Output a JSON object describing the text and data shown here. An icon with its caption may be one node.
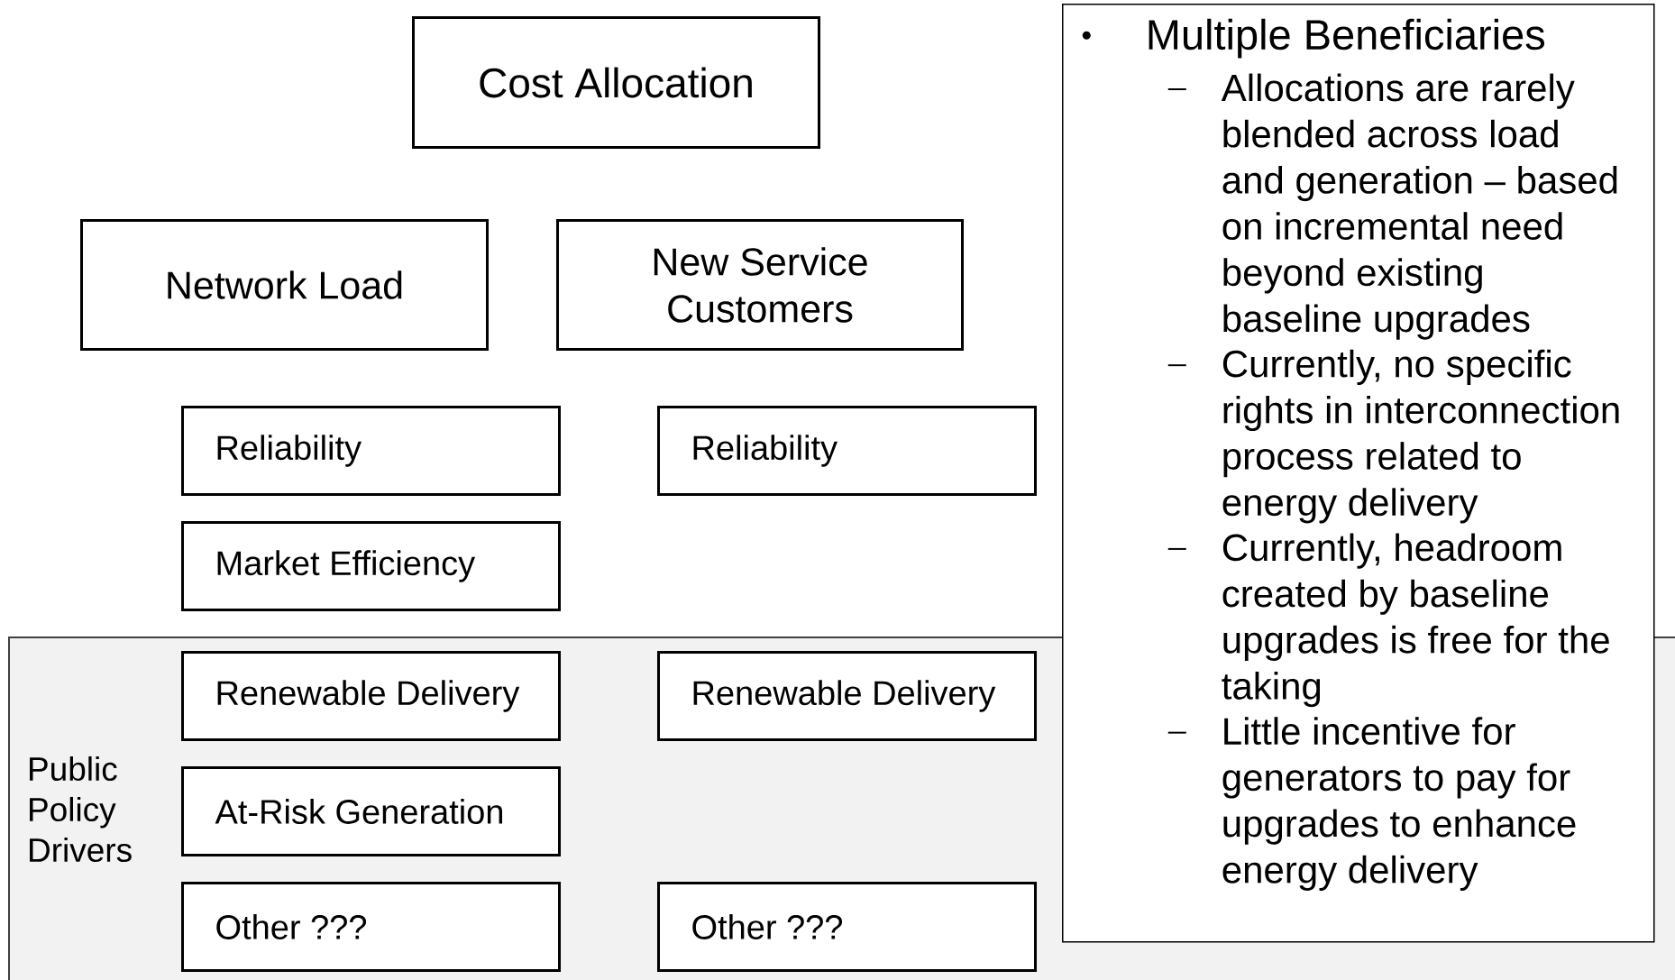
{
  "diagram": {
    "nodes": [
      {
        "text": [
          "Cost Allocation"
        ]
      },
      {
        "text": [
          "Network Load"
        ]
      },
      {
        "text": [
          "New Service Customers"
        ]
      },
      {
        "text": [
          "Reliability"
        ]
      },
      {
        "text": [
          "Reliability"
        ]
      },
      {
        "text": [
          "Market Efficiency"
        ]
      },
      {
        "text": [
          "Public Policy Drivers"
        ]
      },
      {
        "text": [
          "Renewable Delivery"
        ],
        "in": 6
      },
      {
        "text": [
          "Renewable Delivery"
        ],
        "in": 6
      },
      {
        "text": [
          "At-Risk Generation"
        ],
        "in": 6
      },
      {
        "text": [
          "Other ???"
        ],
        "in": 6
      },
      {
        "text": [
          "Other ???"
        ],
        "in": 6
      },
      {
        "text": [
          "Multiple Beneficiaries",
          "Allocations are rarely blended across load and generation – based on incremental need beyond existing baseline upgrades",
          "Currently, no specific rights in interconnection process related to energy delivery",
          "Currently, headroom created by baseline upgrades is free for the taking",
          "Little incentive for generators to pay for upgrades to enhance energy delivery"
        ]
      }
    ]
  }
}
